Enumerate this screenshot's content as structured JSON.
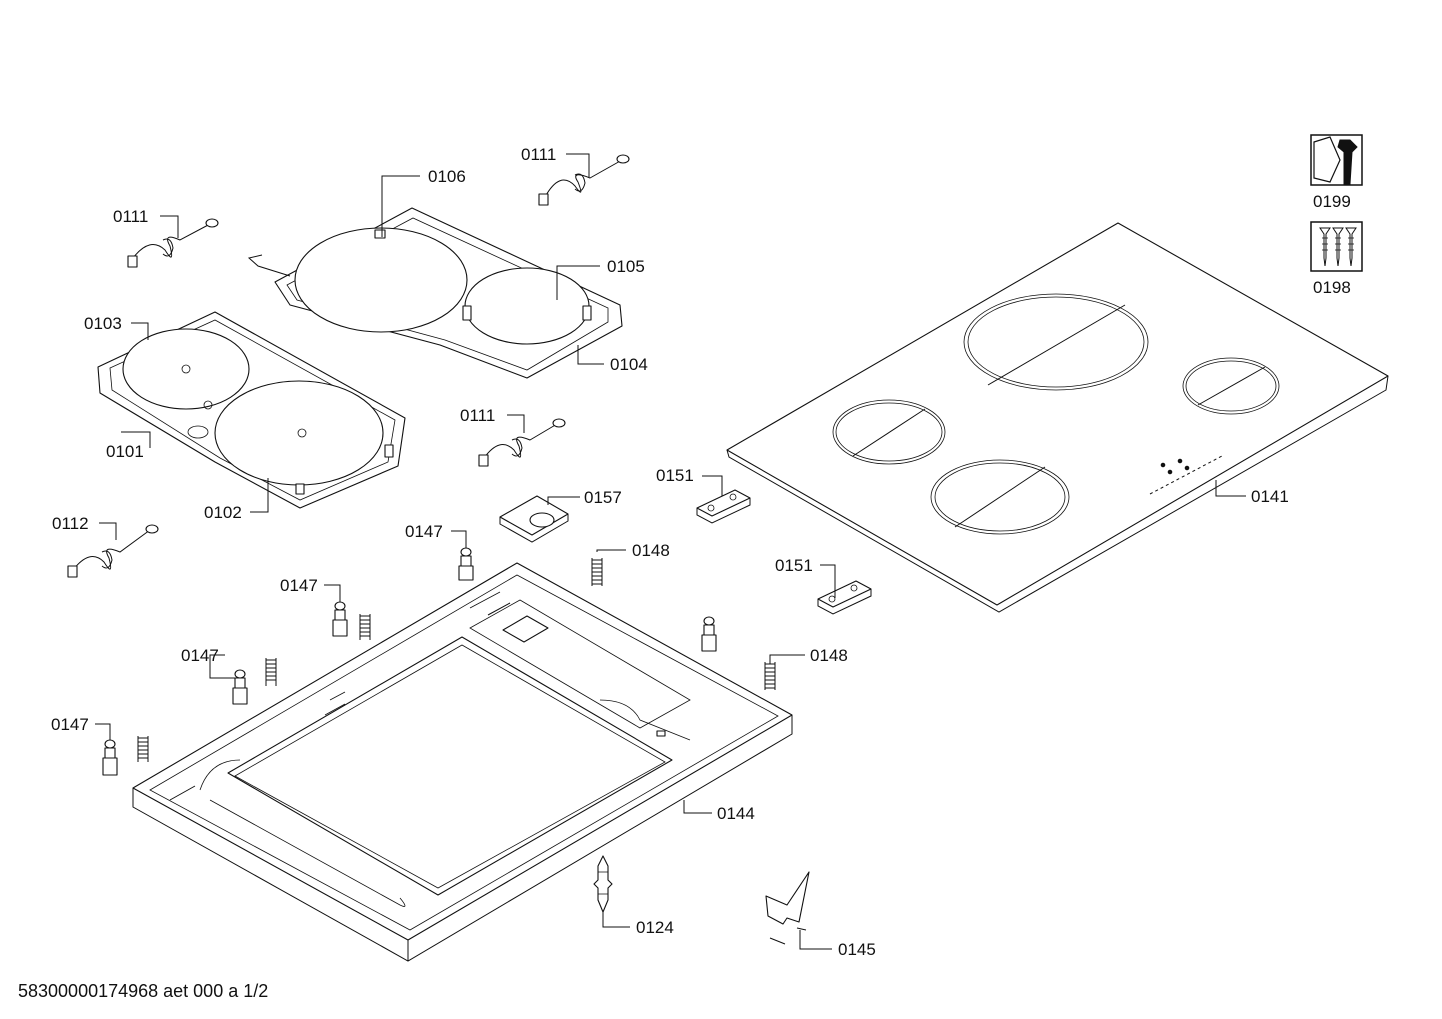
{
  "labels": {
    "l0106": "0106",
    "l0111a": "0111",
    "l0111b": "0111",
    "l0111c": "0111",
    "l0105": "0105",
    "l0103": "0103",
    "l0104": "0104",
    "l0101": "0101",
    "l0102": "0102",
    "l0112": "0112",
    "l0157": "0157",
    "l0151a": "0151",
    "l0151b": "0151",
    "l0147a": "0147",
    "l0147b": "0147",
    "l0147c": "0147",
    "l0147d": "0147",
    "l0148a": "0148",
    "l0148b": "0148",
    "l0141": "0141",
    "l0144": "0144",
    "l0124": "0124",
    "l0145": "0145",
    "l0199": "0199",
    "l0198": "0198"
  },
  "footer": "58300000174968 aet 000 a 1/2"
}
